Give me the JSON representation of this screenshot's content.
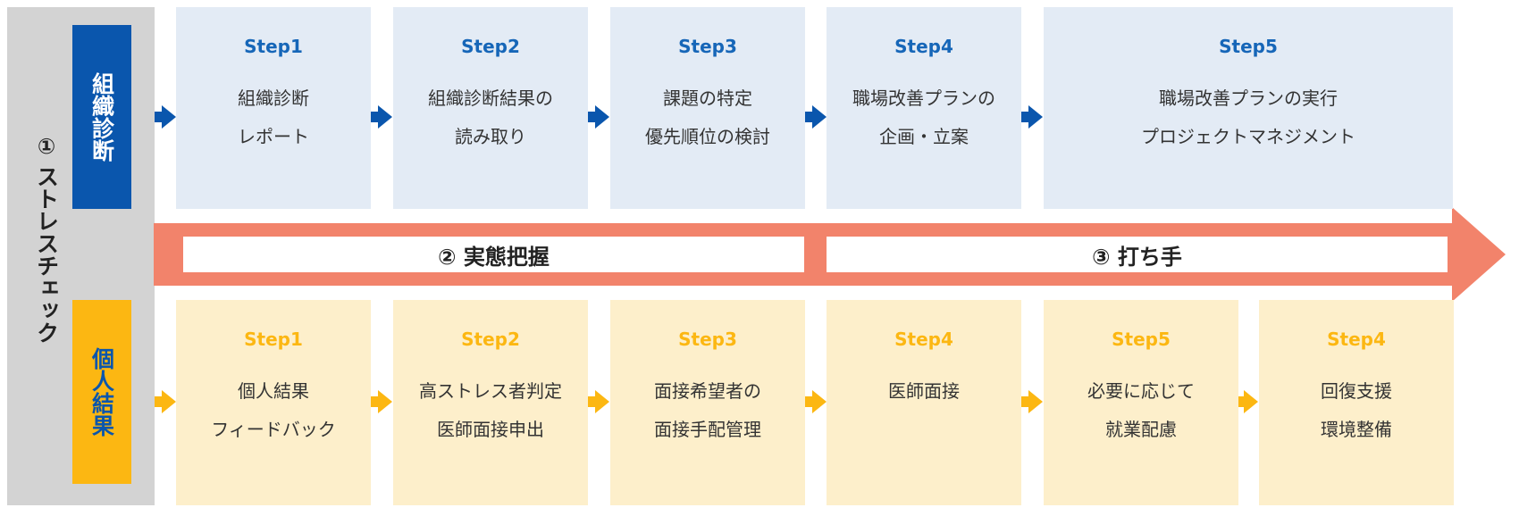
{
  "side": {
    "stress_num": "①",
    "stress_text": "ストレスチェック",
    "org_badge": "組織診断",
    "ind_badge": "個人結果"
  },
  "org_steps": [
    {
      "step": "Step1",
      "line1": "組織診断",
      "line2": "レポート"
    },
    {
      "step": "Step2",
      "line1": "組織診断結果の",
      "line2": "読み取り"
    },
    {
      "step": "Step3",
      "line1": "課題の特定",
      "line2": "優先順位の検討"
    },
    {
      "step": "Step4",
      "line1": "職場改善プランの",
      "line2": "企画・立案"
    },
    {
      "step": "Step5",
      "line1": "職場改善プランの実行",
      "line2": "プロジェクトマネジメント"
    }
  ],
  "phases": {
    "p2": "② 実態把握",
    "p3": "③ 打ち手"
  },
  "ind_steps": [
    {
      "step": "Step1",
      "line1": "個人結果",
      "line2": "フィードバック"
    },
    {
      "step": "Step2",
      "line1": "高ストレス者判定",
      "line2": "医師面接申出"
    },
    {
      "step": "Step3",
      "line1": "面接希望者の",
      "line2": "面接手配管理"
    },
    {
      "step": "Step4",
      "line1": "医師面接",
      "line2": ""
    },
    {
      "step": "Step5",
      "line1": "必要に応じて",
      "line2": "就業配慮"
    },
    {
      "step": "Step4",
      "line1": "回復支援",
      "line2": "環境整備"
    }
  ],
  "colors": {
    "org_blue": "#0a56ad",
    "ind_yellow": "#fcb712",
    "org_card": "#e3ebf5",
    "ind_card": "#fdefcb",
    "arrow_salmon": "#f2836b",
    "side_gray": "#d3d3d3"
  }
}
